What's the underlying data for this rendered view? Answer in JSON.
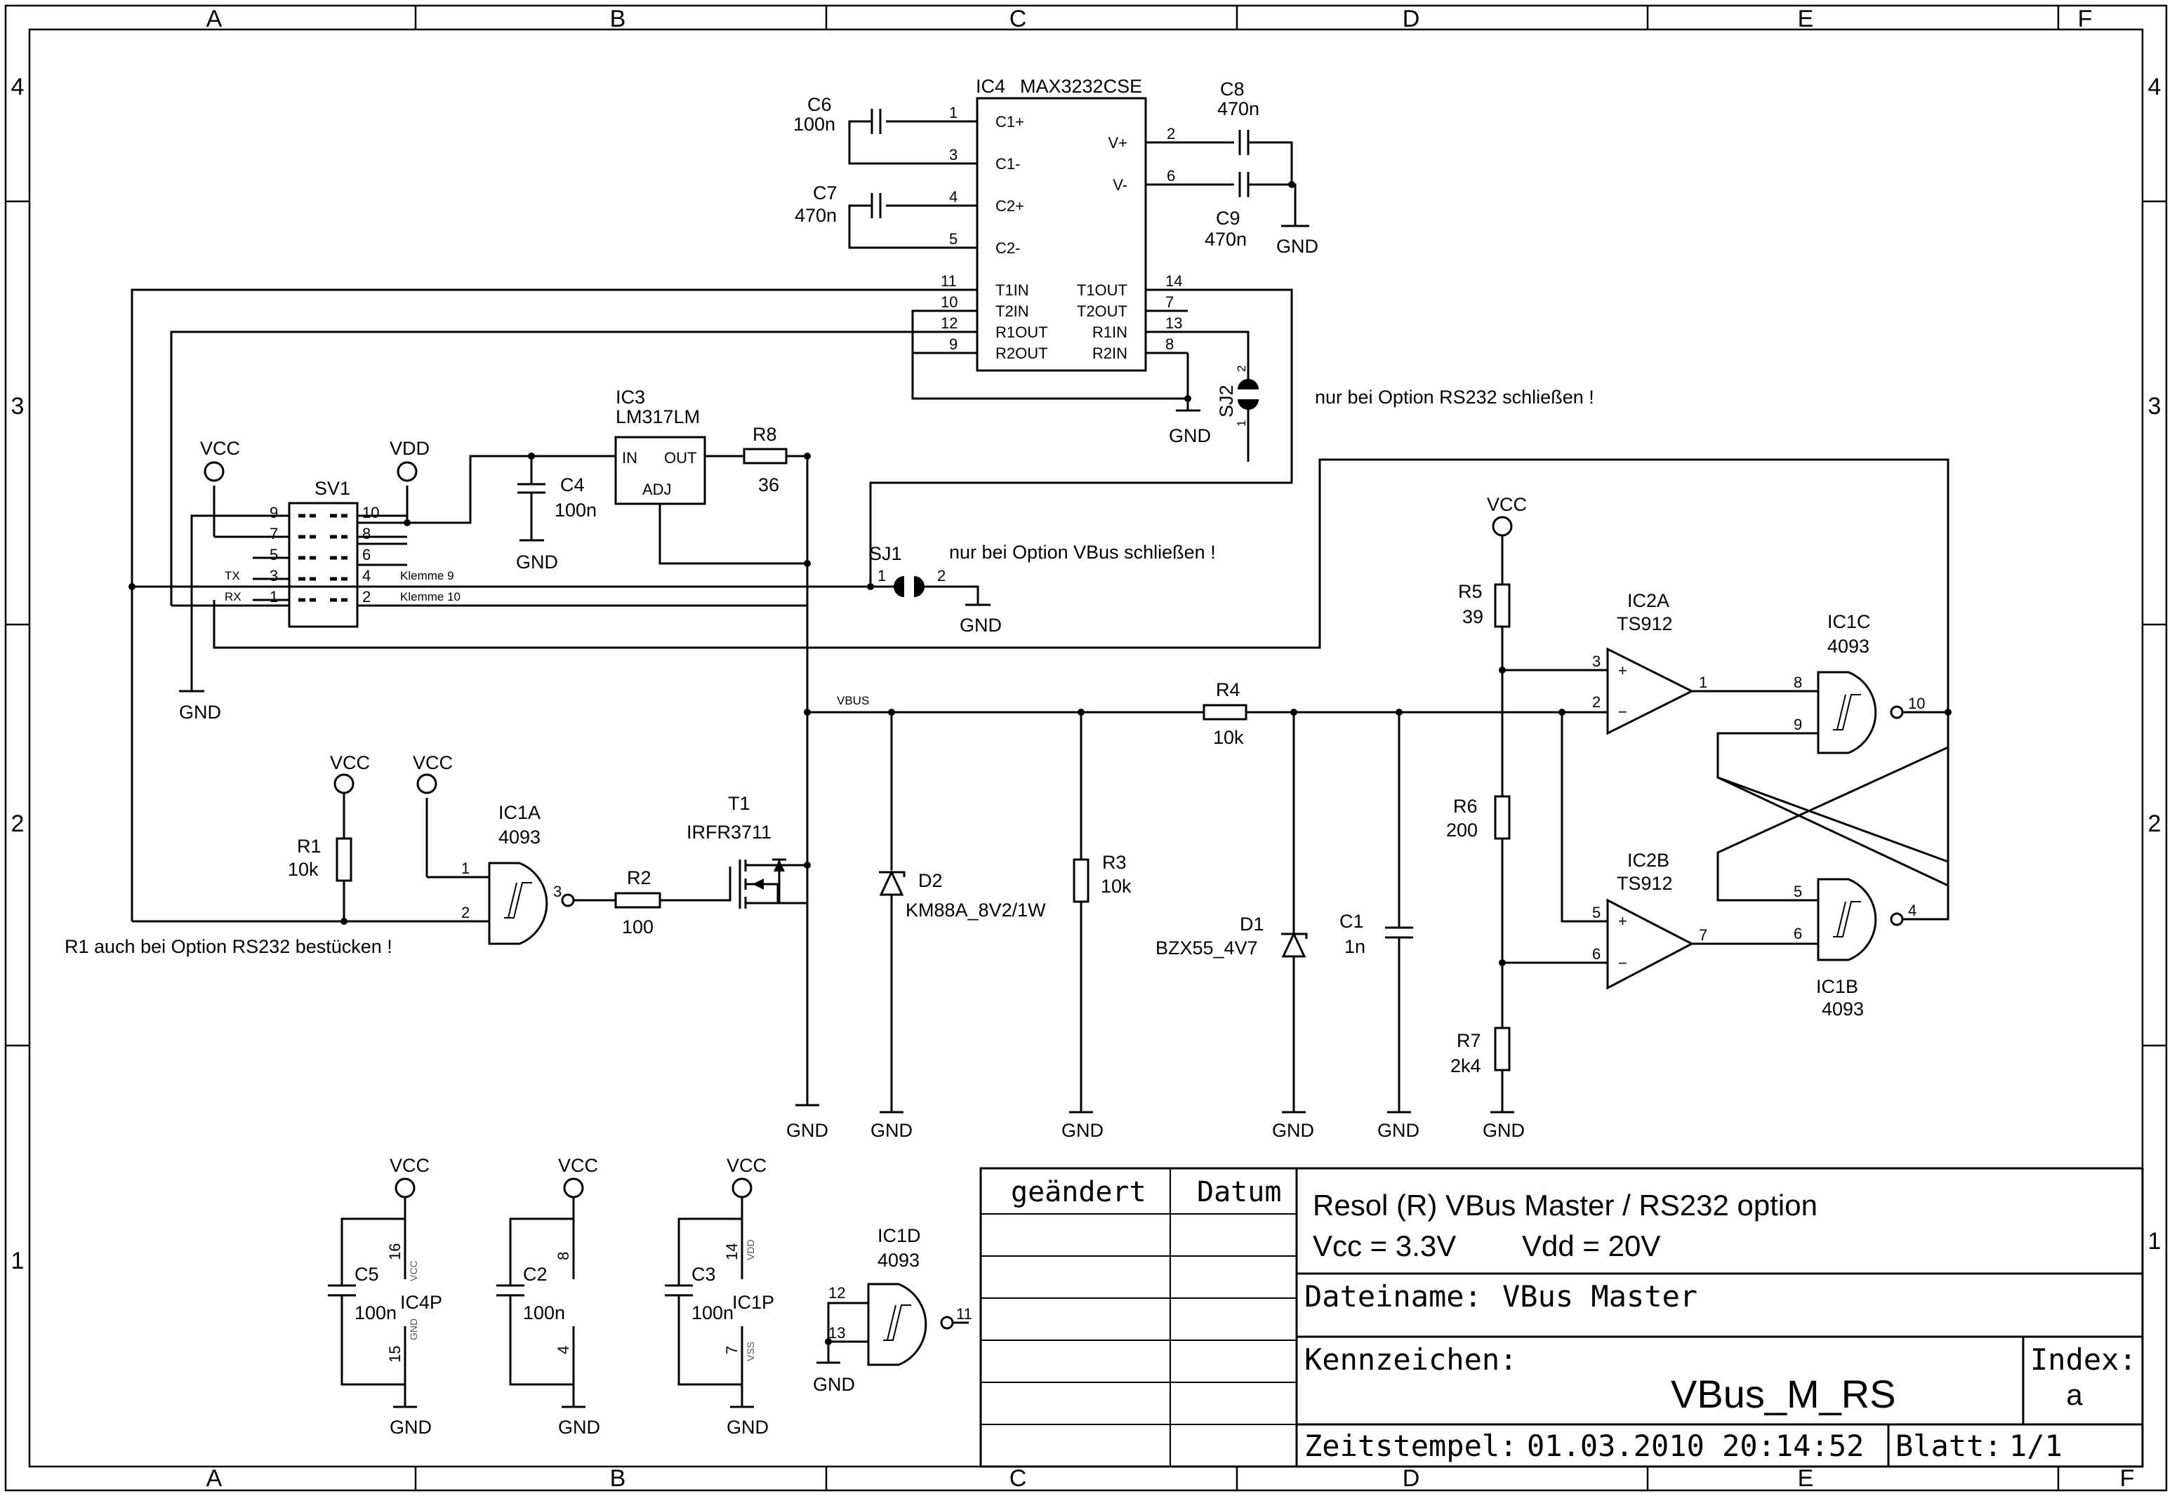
{
  "frame": {
    "columns": [
      "A",
      "B",
      "C",
      "D",
      "E",
      "F"
    ],
    "rows": [
      "4",
      "3",
      "2",
      "1"
    ]
  },
  "title_block": {
    "changed_label": "geändert",
    "date_label": "Datum",
    "title": "Resol (R)  VBus Master / RS232 option",
    "vcc_text": "Vcc = 3.3V",
    "vdd_text": "Vdd = 20V",
    "filename_label": "Dateiname:",
    "filename_value": "VBus Master",
    "id_label": "Kennzeichen:",
    "id_value": "VBus_M_RS",
    "index_label": "Index:",
    "index_value": "a",
    "timestamp_label": "Zeitstempel:",
    "timestamp_value": "01.03.2010 20:14:52",
    "sheet_label": "Blatt:",
    "sheet_value": "1/1"
  },
  "ic4": {
    "name": "IC4",
    "part": "MAX3232CSE",
    "left_pins": [
      {
        "num": "1",
        "name": "C1+"
      },
      {
        "num": "3",
        "name": "C1-"
      },
      {
        "num": "4",
        "name": "C2+"
      },
      {
        "num": "5",
        "name": "C2-"
      },
      {
        "num": "11",
        "name": "T1IN"
      },
      {
        "num": "10",
        "name": "T2IN"
      },
      {
        "num": "12",
        "name": "R1OUT"
      },
      {
        "num": "9",
        "name": "R2OUT"
      }
    ],
    "right_pins": [
      {
        "num": "2",
        "name": "V+"
      },
      {
        "num": "6",
        "name": "V-"
      },
      {
        "num": "14",
        "name": "T1OUT"
      },
      {
        "num": "7",
        "name": "T2OUT"
      },
      {
        "num": "13",
        "name": "R1IN"
      },
      {
        "num": "8",
        "name": "R2IN"
      }
    ]
  },
  "ic3": {
    "name": "IC3",
    "part": "LM317LM",
    "in": "IN",
    "out": "OUT",
    "adj": "ADJ"
  },
  "sv1": {
    "name": "SV1",
    "left_pins": [
      "9",
      "7",
      "5",
      "3",
      "1"
    ],
    "right_pins": [
      "10",
      "8",
      "6",
      "4",
      "2"
    ],
    "tx": "TX",
    "rx": "RX",
    "klemme9": "Klemme 9",
    "klemme10": "Klemme 10"
  },
  "passives": {
    "c6": {
      "name": "C6",
      "value": "100n"
    },
    "c7": {
      "name": "C7",
      "value": "470n"
    },
    "c8": {
      "name": "C8",
      "value": "470n"
    },
    "c9": {
      "name": "C9",
      "value": "470n"
    },
    "c4": {
      "name": "C4",
      "value": "100n"
    },
    "r8": {
      "name": "R8",
      "value": "36"
    },
    "r4": {
      "name": "R4",
      "value": "10k"
    },
    "r1": {
      "name": "R1",
      "value": "10k"
    },
    "r2": {
      "name": "R2",
      "value": "100"
    },
    "r3": {
      "name": "R3",
      "value": "10k"
    },
    "r5": {
      "name": "R5",
      "value": "39"
    },
    "r6": {
      "name": "R6",
      "value": "200"
    },
    "r7": {
      "name": "R7",
      "value": "2k4"
    },
    "d2": {
      "name": "D2",
      "value": "KM88A_8V2/1W"
    },
    "d1": {
      "name": "D1",
      "value": "BZX55_4V7"
    },
    "c1": {
      "name": "C1",
      "value": "1n"
    },
    "c5": {
      "name": "C5",
      "value": "100n"
    },
    "c2": {
      "name": "C2",
      "value": "100n"
    },
    "c3": {
      "name": "C3",
      "value": "100n"
    },
    "t1": {
      "name": "T1",
      "value": "IRFR3711"
    }
  },
  "gates": {
    "ic1a": {
      "name": "IC1A",
      "part": "4093",
      "p1": "1",
      "p2": "2",
      "p3": "3"
    },
    "ic1b": {
      "name": "IC1B",
      "part": "4093",
      "p1": "5",
      "p2": "6",
      "p3": "4"
    },
    "ic1c": {
      "name": "IC1C",
      "part": "4093",
      "p1": "8",
      "p2": "9",
      "p3": "10"
    },
    "ic1d": {
      "name": "IC1D",
      "part": "4093",
      "p1": "12",
      "p2": "13",
      "p3": "11"
    },
    "ic2a": {
      "name": "IC2A",
      "part": "TS912",
      "plus": "3",
      "minus": "2",
      "out": "1"
    },
    "ic2b": {
      "name": "IC2B",
      "part": "TS912",
      "plus": "5",
      "minus": "6",
      "out": "7"
    }
  },
  "power_parts": {
    "ic4p": {
      "name": "IC4P",
      "top_pin": "16",
      "bot_pin": "15",
      "top_net": "VCC",
      "bot_net": "GND"
    },
    "c2_pins": {
      "top_pin": "8",
      "bot_pin": "4"
    },
    "ic1p": {
      "name": "IC1P",
      "top_pin": "14",
      "bot_pin": "7",
      "top_net": "VDD",
      "bot_net": "VSS"
    }
  },
  "jumpers": {
    "sj1": {
      "name": "SJ1",
      "p1": "1",
      "p2": "2"
    },
    "sj2": {
      "name": "SJ2",
      "p1": "1",
      "p2": "2"
    }
  },
  "nets": {
    "vcc": "VCC",
    "vdd": "VDD",
    "gnd": "GND",
    "vbus": "VBUS"
  },
  "notes": {
    "rs232": "nur bei Option RS232 schließen !",
    "vbus": "nur bei Option VBus schließen !",
    "r1": "R1 auch bei Option RS232 bestücken !"
  }
}
